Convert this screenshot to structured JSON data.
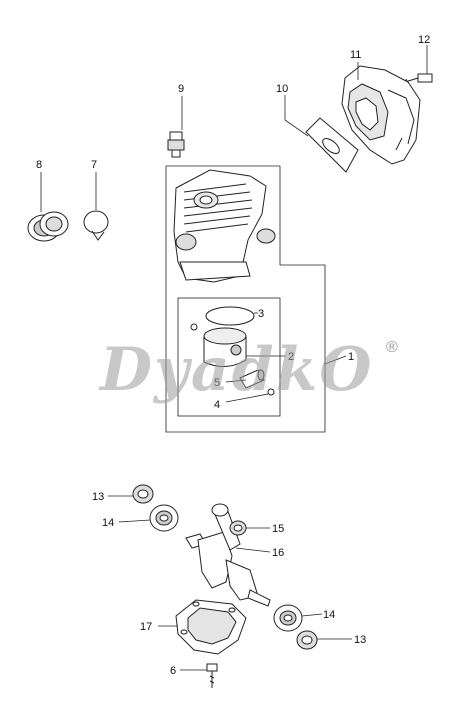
{
  "watermark": {
    "text": "DyadkO",
    "registered": "®"
  },
  "callouts": {
    "c1": "1",
    "c2": "2",
    "c3": "3",
    "c4": "4",
    "c5": "5",
    "c6": "6",
    "c7": "7",
    "c8": "8",
    "c9": "9",
    "c10": "10",
    "c11": "11",
    "c12": "12",
    "c13a": "13",
    "c13b": "13",
    "c14a": "14",
    "c14b": "14",
    "c15": "15",
    "c16": "16",
    "c17": "17"
  }
}
